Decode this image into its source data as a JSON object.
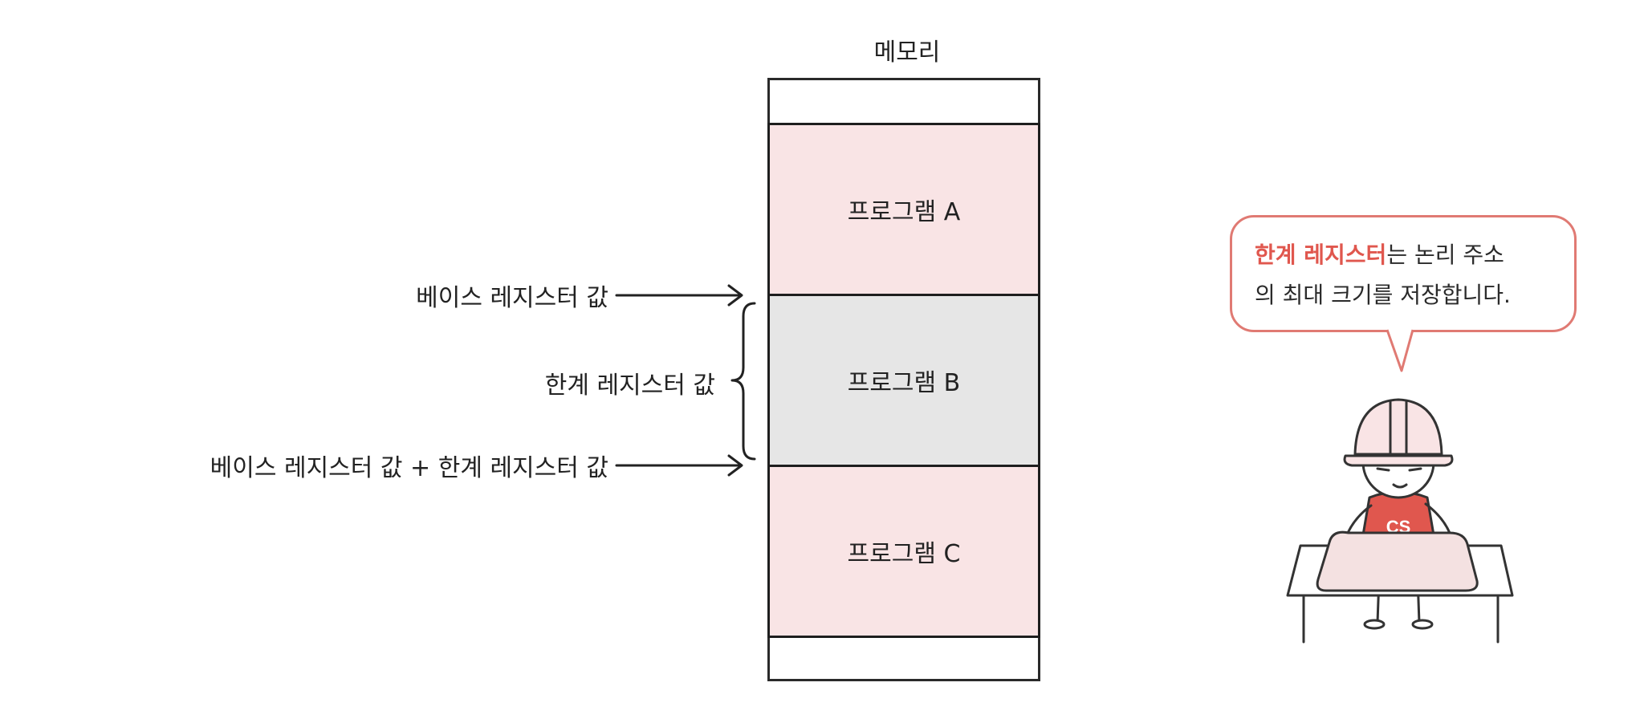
{
  "diagram": {
    "memory_title": "메모리",
    "blocks": {
      "a": "프로그램 A",
      "b": "프로그램 B",
      "c": "프로그램 C"
    },
    "labels": {
      "base_register": "베이스 레지스터 값",
      "limit_register": "한계 레지스터 값",
      "base_plus_limit": "베이스 레지스터 값 + 한계 레지스터 값"
    }
  },
  "bubble": {
    "highlight": "한계 레지스터",
    "line1_rest": "는 논리 주소",
    "line2": "의 최대 크기를 저장합니다."
  },
  "character": {
    "shirt_text": "CS"
  },
  "colors": {
    "program_pink": "#f9e4e5",
    "program_gray": "#e6e6e6",
    "bubble_accent": "#e07a73",
    "highlight_red": "#e0574e",
    "shirt_red": "#e0574e"
  }
}
